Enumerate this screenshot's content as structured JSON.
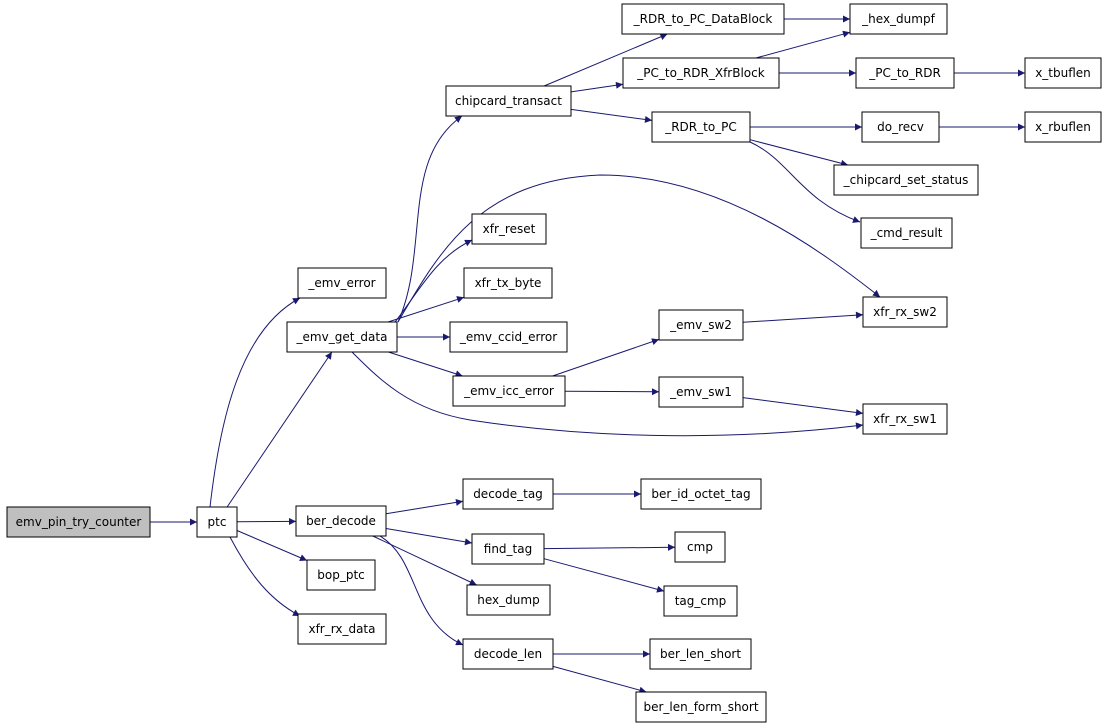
{
  "colors": {
    "edge": "#191970",
    "root_fill": "#bfbfbf",
    "node_fill": "#ffffff",
    "node_border": "#000000"
  },
  "nodes": [
    {
      "id": "emv_pin_try_counter",
      "label": "emv_pin_try_counter",
      "root": true
    },
    {
      "id": "ptc",
      "label": "ptc"
    },
    {
      "id": "_emv_error",
      "label": "_emv_error"
    },
    {
      "id": "_emv_get_data",
      "label": "_emv_get_data"
    },
    {
      "id": "ber_decode",
      "label": "ber_decode"
    },
    {
      "id": "bop_ptc",
      "label": "bop_ptc"
    },
    {
      "id": "xfr_rx_data",
      "label": "xfr_rx_data"
    },
    {
      "id": "chipcard_transact",
      "label": "chipcard_transact"
    },
    {
      "id": "xfr_reset",
      "label": "xfr_reset"
    },
    {
      "id": "xfr_tx_byte",
      "label": "xfr_tx_byte"
    },
    {
      "id": "_emv_ccid_error",
      "label": "_emv_ccid_error"
    },
    {
      "id": "_emv_icc_error",
      "label": "_emv_icc_error"
    },
    {
      "id": "decode_tag",
      "label": "decode_tag"
    },
    {
      "id": "find_tag",
      "label": "find_tag"
    },
    {
      "id": "hex_dump",
      "label": "hex_dump"
    },
    {
      "id": "decode_len",
      "label": "decode_len"
    },
    {
      "id": "_RDR_to_PC_DataBlock",
      "label": "_RDR_to_PC_DataBlock"
    },
    {
      "id": "_PC_to_RDR_XfrBlock",
      "label": "_PC_to_RDR_XfrBlock"
    },
    {
      "id": "_RDR_to_PC",
      "label": "_RDR_to_PC"
    },
    {
      "id": "_emv_sw2",
      "label": "_emv_sw2"
    },
    {
      "id": "_emv_sw1",
      "label": "_emv_sw1"
    },
    {
      "id": "ber_id_octet_tag",
      "label": "ber_id_octet_tag"
    },
    {
      "id": "cmp",
      "label": "cmp"
    },
    {
      "id": "tag_cmp",
      "label": "tag_cmp"
    },
    {
      "id": "ber_len_short",
      "label": "ber_len_short"
    },
    {
      "id": "ber_len_form_short",
      "label": "ber_len_form_short"
    },
    {
      "id": "_hex_dumpf",
      "label": "_hex_dumpf"
    },
    {
      "id": "_PC_to_RDR",
      "label": "_PC_to_RDR"
    },
    {
      "id": "x_tbuflen",
      "label": "x_tbuflen"
    },
    {
      "id": "do_recv",
      "label": "do_recv"
    },
    {
      "id": "x_rbuflen",
      "label": "x_rbuflen"
    },
    {
      "id": "_chipcard_set_status",
      "label": "_chipcard_set_status"
    },
    {
      "id": "_cmd_result",
      "label": "_cmd_result"
    },
    {
      "id": "xfr_rx_sw2",
      "label": "xfr_rx_sw2"
    },
    {
      "id": "xfr_rx_sw1",
      "label": "xfr_rx_sw1"
    }
  ],
  "edges": [
    [
      "emv_pin_try_counter",
      "ptc"
    ],
    [
      "ptc",
      "_emv_error"
    ],
    [
      "ptc",
      "_emv_get_data"
    ],
    [
      "ptc",
      "ber_decode"
    ],
    [
      "ptc",
      "bop_ptc"
    ],
    [
      "ptc",
      "xfr_rx_data"
    ],
    [
      "_emv_get_data",
      "chipcard_transact"
    ],
    [
      "_emv_get_data",
      "xfr_reset"
    ],
    [
      "_emv_get_data",
      "xfr_tx_byte"
    ],
    [
      "_emv_get_data",
      "_emv_ccid_error"
    ],
    [
      "_emv_get_data",
      "_emv_icc_error"
    ],
    [
      "_emv_get_data",
      "xfr_rx_sw2"
    ],
    [
      "_emv_get_data",
      "xfr_rx_sw1"
    ],
    [
      "chipcard_transact",
      "_RDR_to_PC_DataBlock"
    ],
    [
      "chipcard_transact",
      "_PC_to_RDR_XfrBlock"
    ],
    [
      "chipcard_transact",
      "_RDR_to_PC"
    ],
    [
      "_RDR_to_PC_DataBlock",
      "_hex_dumpf"
    ],
    [
      "_PC_to_RDR_XfrBlock",
      "_hex_dumpf"
    ],
    [
      "_PC_to_RDR_XfrBlock",
      "_PC_to_RDR"
    ],
    [
      "_PC_to_RDR",
      "x_tbuflen"
    ],
    [
      "_RDR_to_PC",
      "do_recv"
    ],
    [
      "_RDR_to_PC",
      "_chipcard_set_status"
    ],
    [
      "_RDR_to_PC",
      "_cmd_result"
    ],
    [
      "do_recv",
      "x_rbuflen"
    ],
    [
      "_emv_icc_error",
      "_emv_sw2"
    ],
    [
      "_emv_icc_error",
      "_emv_sw1"
    ],
    [
      "_emv_sw2",
      "xfr_rx_sw2"
    ],
    [
      "_emv_sw1",
      "xfr_rx_sw1"
    ],
    [
      "ber_decode",
      "decode_tag"
    ],
    [
      "ber_decode",
      "find_tag"
    ],
    [
      "ber_decode",
      "hex_dump"
    ],
    [
      "ber_decode",
      "decode_len"
    ],
    [
      "decode_tag",
      "ber_id_octet_tag"
    ],
    [
      "find_tag",
      "cmp"
    ],
    [
      "find_tag",
      "tag_cmp"
    ],
    [
      "decode_len",
      "ber_len_short"
    ],
    [
      "decode_len",
      "ber_len_form_short"
    ]
  ]
}
